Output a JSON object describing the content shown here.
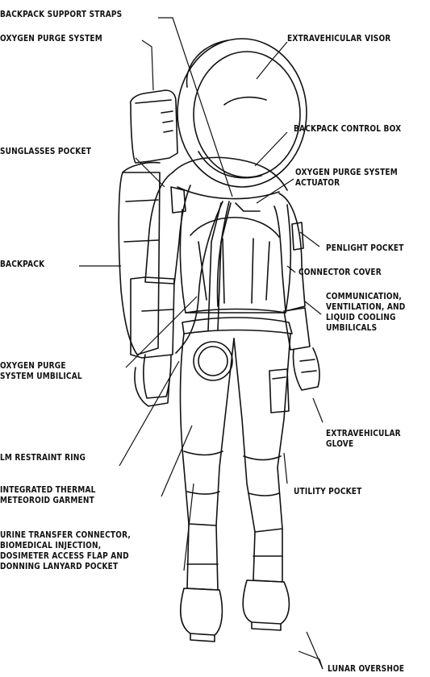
{
  "labels": {
    "backpack_support_straps": "BACKPACK SUPPORT STRAPS",
    "oxygen_purge_system": "OXYGEN PURGE SYSTEM",
    "extravehicular_visor": "EXTRAVEHICULAR VISOR",
    "backpack_control_box": "BACKPACK CONTROL BOX",
    "sunglasses_pocket": "SUNGLASSES POCKET",
    "oxygen_purge_system_actuator": [
      "OXYGEN PURGE SYSTEM",
      "ACTUATOR"
    ],
    "penlight_pocket": "PENLIGHT POCKET",
    "backpack": "BACKPACK",
    "connector_cover": "CONNECTOR COVER",
    "umbilicals": [
      "COMMUNICATION,",
      "VENTILATION, AND",
      "LIQUID COOLING",
      "UMBILICALS"
    ],
    "oxygen_purge_system_umbilical": [
      "OXYGEN PURGE",
      "SYSTEM UMBILICAL"
    ],
    "extravehicular_glove": [
      "EXTRAVEHICULAR",
      "GLOVE"
    ],
    "lm_restraint_ring": "LM RESTRAINT RING",
    "utility_pocket": "UTILITY POCKET",
    "integrated_thermal_meteoroid_garment": [
      "INTEGRATED THERMAL",
      "METEOROID GARMENT"
    ],
    "urine_transfer_connector": [
      "URINE TRANSFER CONNECTOR,",
      "BIOMEDICAL INJECTION,",
      "DOSIMETER ACCESS FLAP AND",
      "DONNING LANYARD POCKET"
    ],
    "lunar_overshoe": "LUNAR OVERSHOE"
  },
  "colors": {
    "ink": "#111111",
    "background": "#ffffff"
  }
}
